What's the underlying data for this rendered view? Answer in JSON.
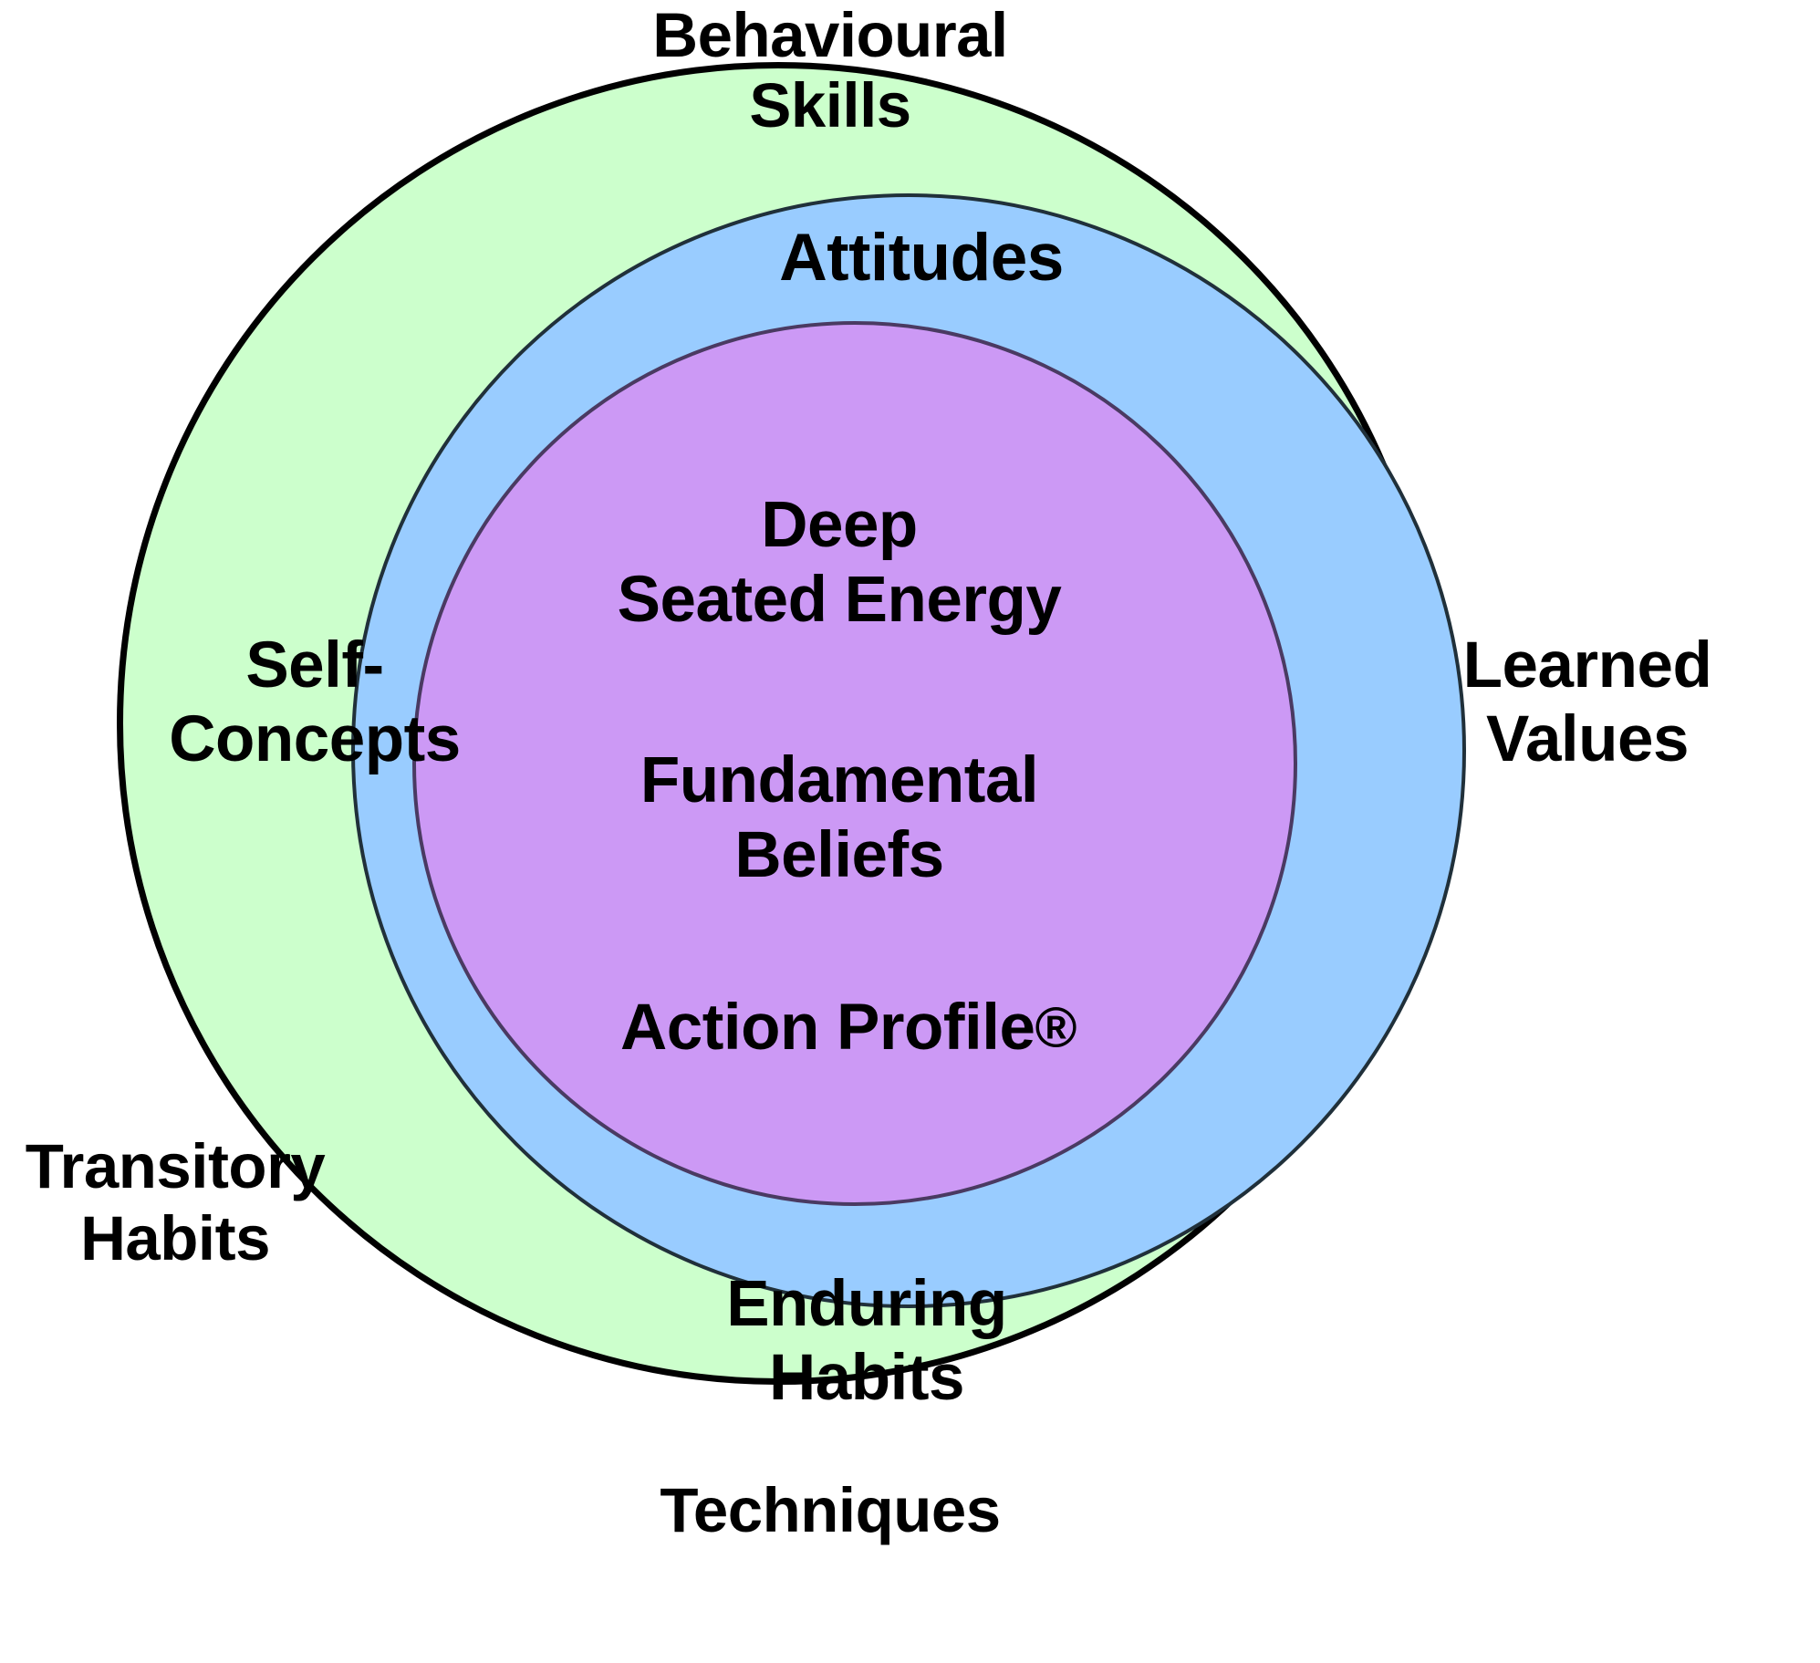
{
  "diagram": {
    "title": "Behavioural Skills Concentric Model",
    "type": "concentric-circles",
    "background_color": "#ffffff"
  },
  "colors": {
    "outer_ring_fill": "#ccffcc",
    "outer_ring_stroke": "#000000",
    "middle_ring_fill": "#99ccff",
    "middle_ring_stroke": "#20303a",
    "inner_circle_fill": "#cc99f5",
    "inner_circle_stroke": "#4a3a62",
    "text_color": "#000000"
  },
  "layers": [
    {
      "id": "outer",
      "name": "outer-ring",
      "fill": "#ccffcc",
      "labels": [
        {
          "id": "behavioural-skills",
          "text": "Behavioural\nSkills",
          "position": "top"
        },
        {
          "id": "transitory-habits",
          "text": "Transitory\nHabits",
          "position": "left"
        },
        {
          "id": "techniques",
          "text": "Techniques",
          "position": "bottom"
        }
      ]
    },
    {
      "id": "middle",
      "name": "middle-ring",
      "fill": "#99ccff",
      "labels": [
        {
          "id": "attitudes",
          "text": "Attitudes",
          "position": "top"
        },
        {
          "id": "self-concepts",
          "text": "Self-\nConcepts",
          "position": "left"
        },
        {
          "id": "learned-values",
          "text": "Learned\nValues",
          "position": "right"
        },
        {
          "id": "enduring-habits",
          "text": "Enduring\nHabits",
          "position": "bottom"
        }
      ]
    },
    {
      "id": "inner",
      "name": "inner-circle",
      "fill": "#cc99f5",
      "labels": [
        {
          "id": "deep-seated-energy",
          "text": "Deep\nSeated Energy",
          "position": "center-top"
        },
        {
          "id": "fundamental-beliefs",
          "text": "Fundamental\nBeliefs",
          "position": "center"
        },
        {
          "id": "action-profile",
          "text": "Action Profile",
          "trademark": "®",
          "position": "center-bottom"
        }
      ]
    }
  ],
  "text": {
    "behavioural_skills": "Behavioural\nSkills",
    "transitory_habits": "Transitory\nHabits",
    "techniques": "Techniques",
    "attitudes": "Attitudes",
    "self_concepts": "Self-\nConcepts",
    "learned_values": "Learned\nValues",
    "enduring_habits": "Enduring\nHabits",
    "deep_seated_energy": "Deep\nSeated Energy",
    "fundamental_beliefs": "Fundamental\nBeliefs",
    "action_profile": "Action Profile",
    "registered_mark": "®"
  }
}
